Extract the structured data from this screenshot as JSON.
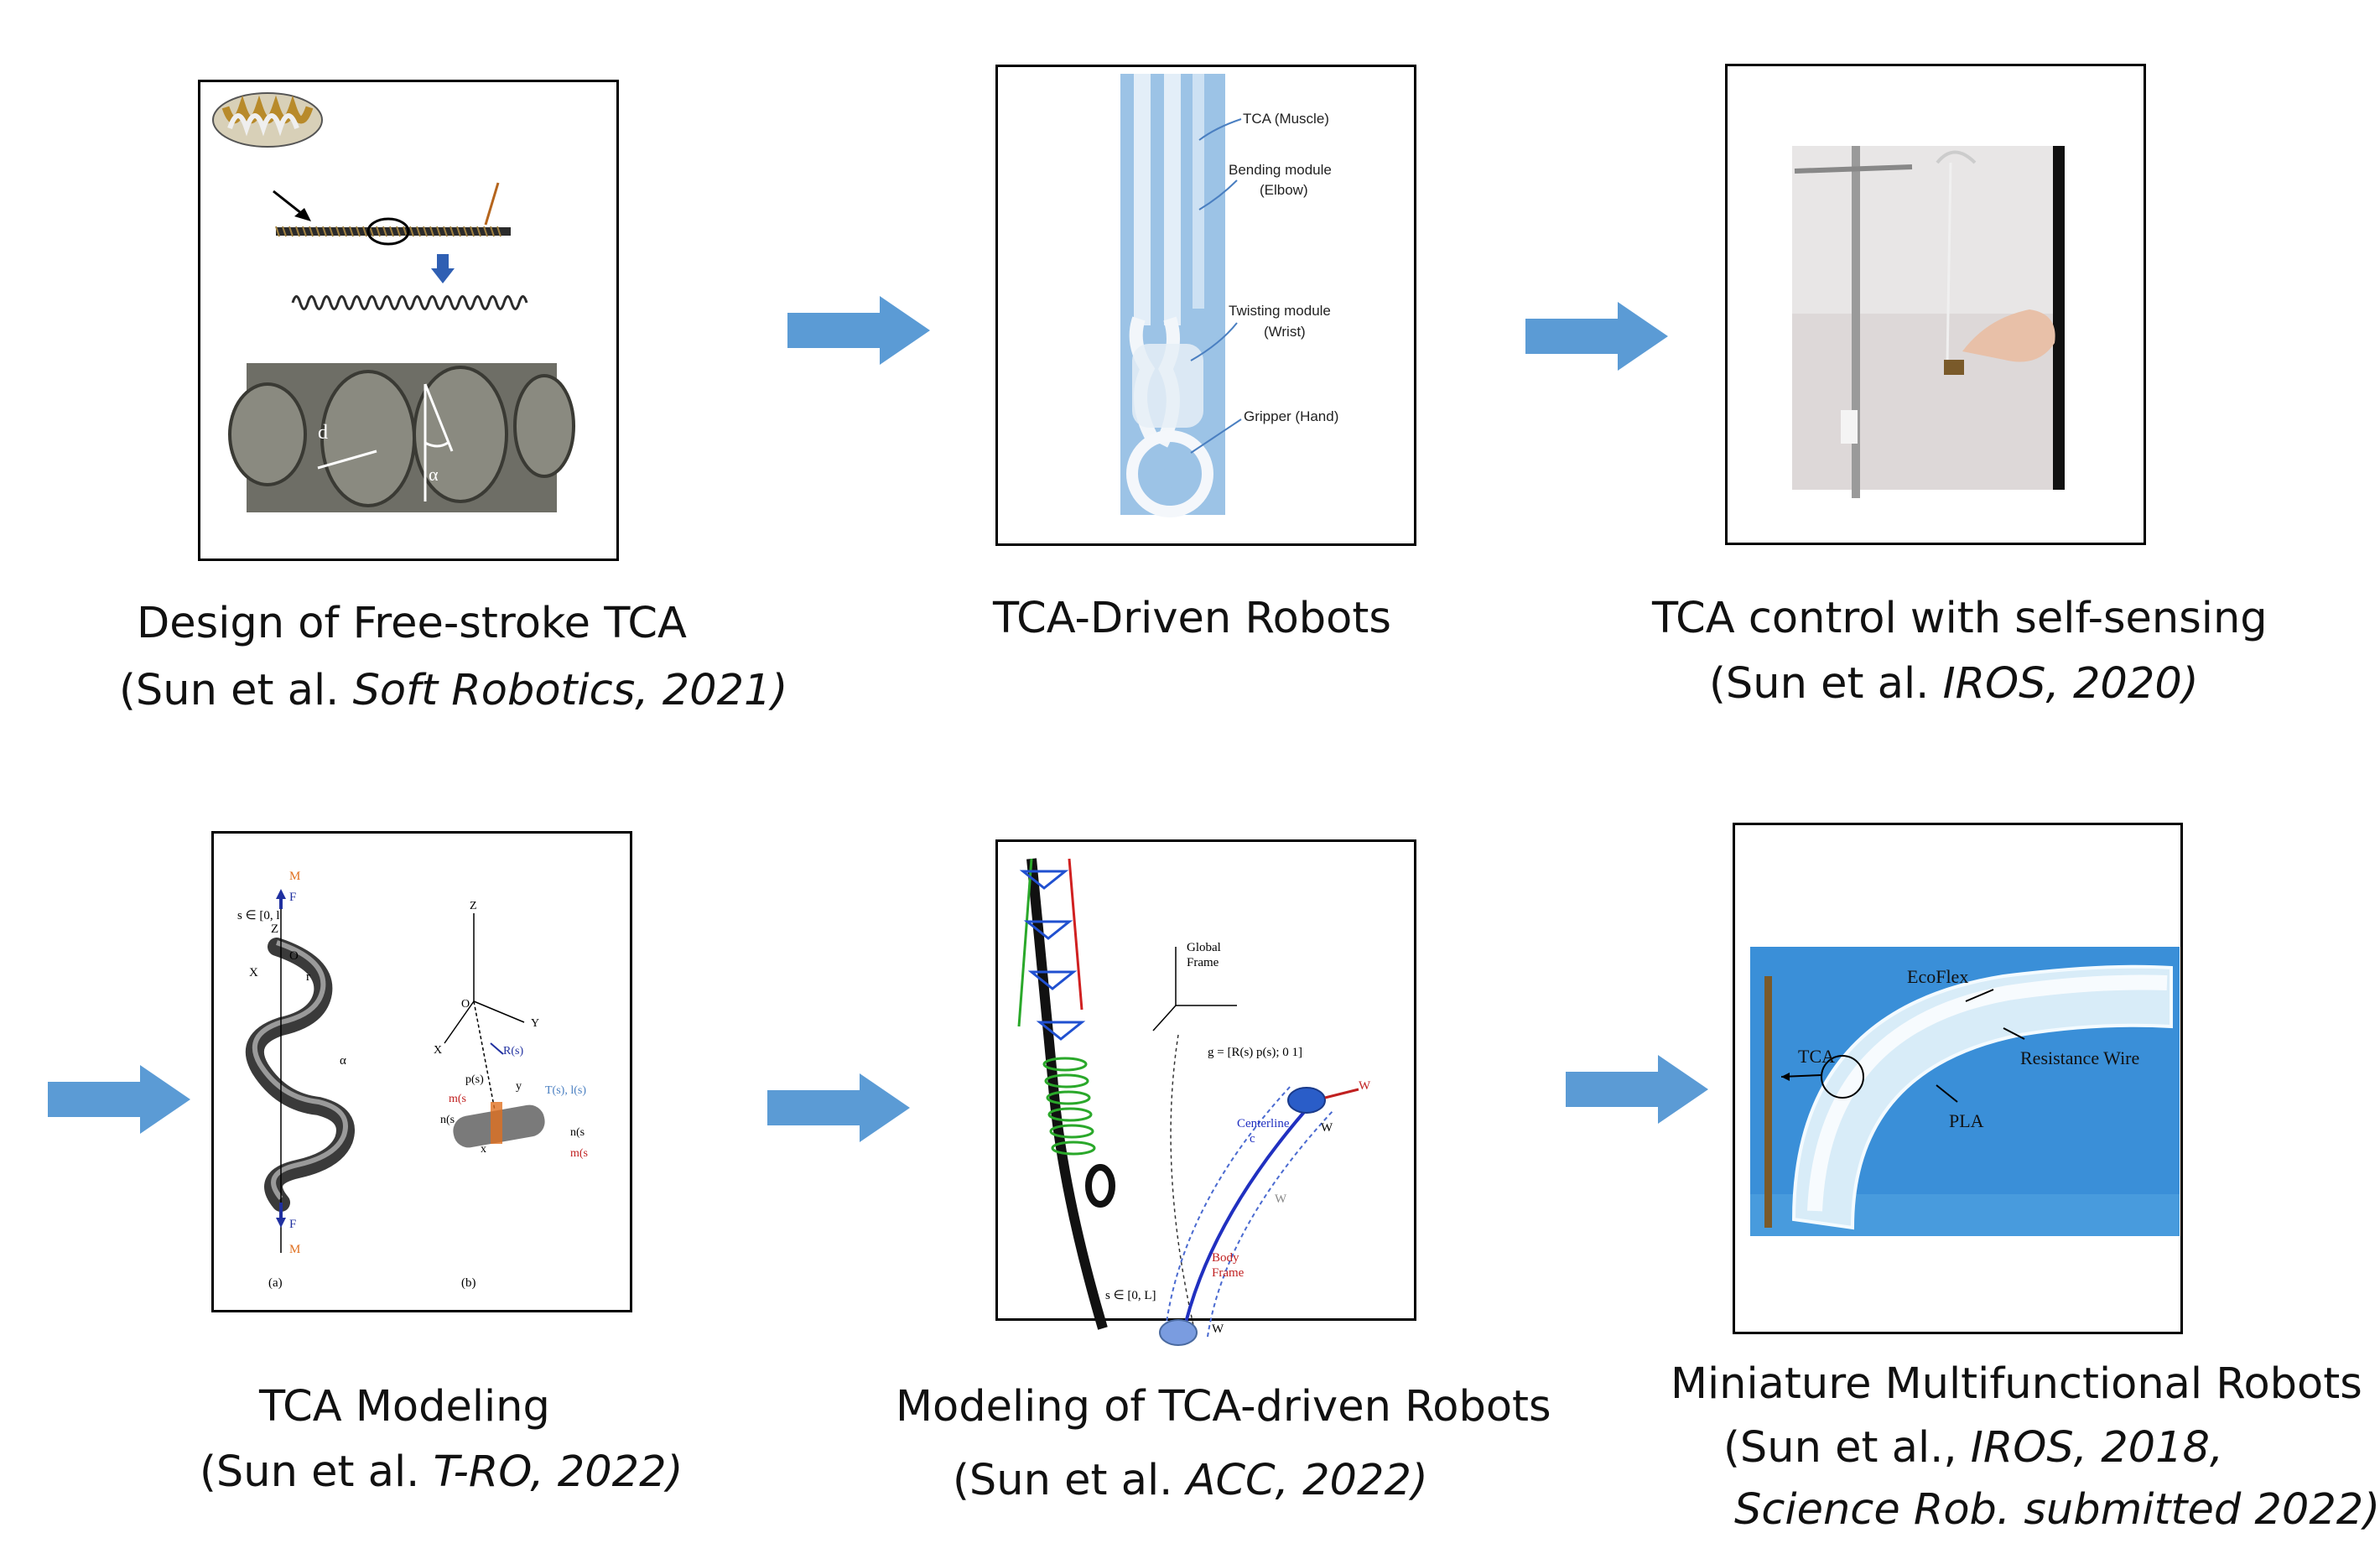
{
  "colors": {
    "arrow": "#5b9bd5",
    "border": "#000000",
    "blue_bg": "#3a8fd8"
  },
  "captions": {
    "p1": {
      "line1": "Design of Free-stroke TCA",
      "pre": "(Sun et al. ",
      "ital": "Soft Robotics, 2021)"
    },
    "p2": {
      "line1": "TCA-Driven Robots"
    },
    "p3": {
      "line1": "TCA control with self-sensing",
      "pre": "(Sun et al. ",
      "ital": "IROS, 2020)"
    },
    "p4": {
      "line1": "TCA Modeling",
      "pre": "(Sun et al. ",
      "ital": "T-RO, 2022)"
    },
    "p5": {
      "line1": "Modeling of  TCA-driven Robots",
      "pre": "(Sun et al. ",
      "ital": "ACC, 2022)"
    },
    "p6": {
      "line1": "Miniature Multifunctional Robots",
      "pre": "(Sun et al., ",
      "ital": "IROS, 2018,",
      "line3": "Science Rob. submitted 2022)"
    }
  },
  "panel2_labels": {
    "muscle": "TCA (Muscle)",
    "bending": "Bending module",
    "elbow": "(Elbow)",
    "twisting": "Twisting module",
    "wrist": "(Wrist)",
    "gripper": "Gripper (Hand)"
  },
  "panel1_labels": {
    "d": "d",
    "alpha": "α"
  },
  "panel4_labels": {
    "s_range": "s ∈ [0, l",
    "Z": "Z",
    "X": "X",
    "Y": "Y",
    "O": "O",
    "r": "r",
    "alpha": "α",
    "Fe": "F",
    "Mc": "M",
    "Rs": "R(s)",
    "ps": "p(s)",
    "Ts": "T(s), l(s)",
    "m_s0": "m(s",
    "n_s0": "n(s",
    "n_sb": "n(s",
    "m_sb": "m(s",
    "a": "(a)",
    "b": "(b)",
    "x": "x",
    "y": "y",
    "z": "z"
  },
  "panel5_labels": {
    "global": "Global",
    "frame": "Frame",
    "g_matrix": "g = [R(s)  p(s); 0  1]",
    "centerline": "Centerline",
    "c": "c",
    "wext": "W",
    "wa_l": "W",
    "wa_s": "W",
    "wa_0": "W",
    "body": "Body",
    "body_frame": "Frame",
    "s_range": "s ∈ [0, L]"
  },
  "panel6_labels": {
    "ecoflex": "EcoFlex",
    "tca": "TCA",
    "resistance": "Resistance Wire",
    "pla": "PLA"
  }
}
